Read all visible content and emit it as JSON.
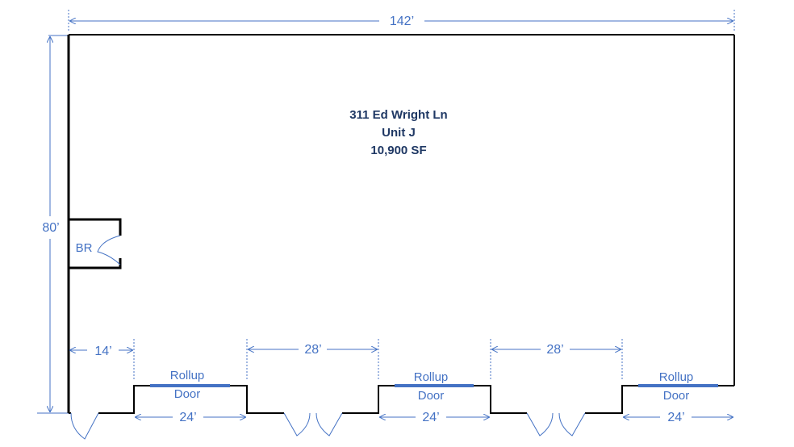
{
  "title": {
    "address": "311 Ed Wright Ln",
    "unit": "Unit J",
    "area": "10,900 SF"
  },
  "dimensions": {
    "width": "142’",
    "depth": "80’",
    "left_offset": "14’",
    "gap_1": "28’",
    "gap_2": "28’",
    "door_1": "24’",
    "door_2": "24’",
    "door_3": "24’"
  },
  "rooms": {
    "bathroom": "BR"
  },
  "rollup_doors": [
    {
      "line1": "Rollup",
      "line2": "Door"
    },
    {
      "line1": "Rollup",
      "line2": "Door"
    },
    {
      "line1": "Rollup",
      "line2": "Door"
    }
  ],
  "colors": {
    "dimension": "#4472c4",
    "title": "#1f3864",
    "wall": "#000000"
  }
}
